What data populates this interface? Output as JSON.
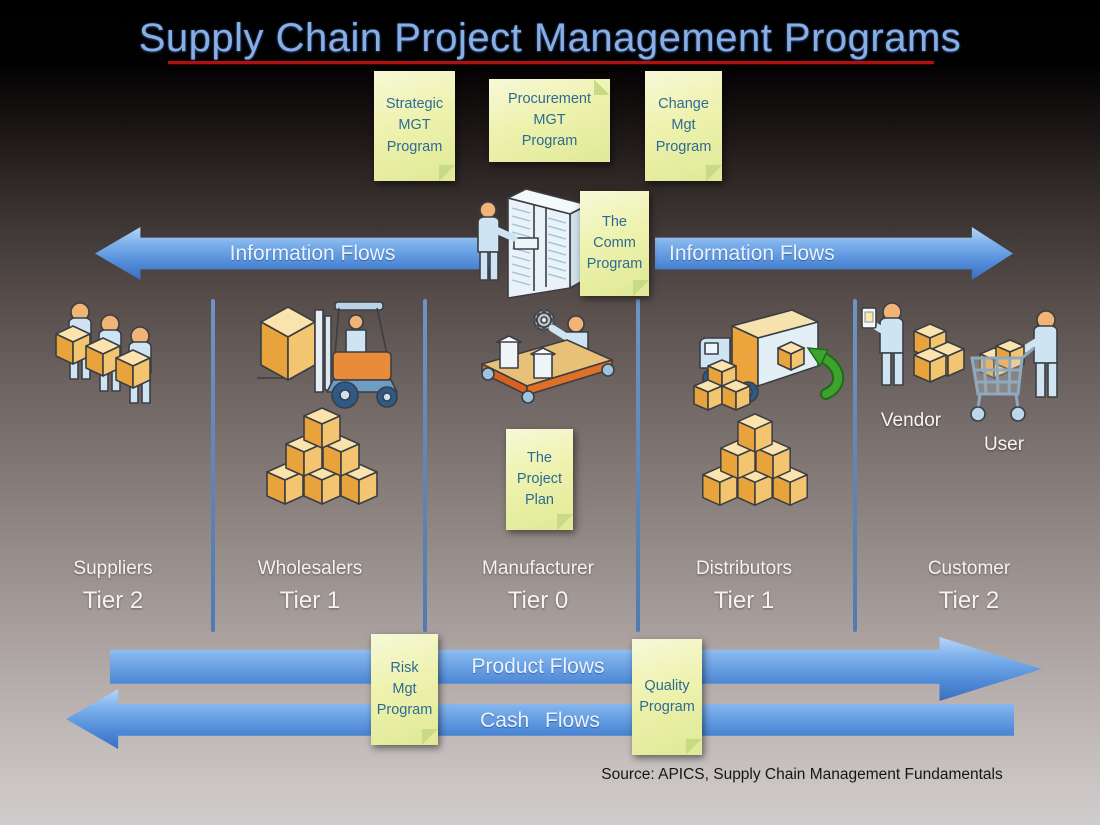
{
  "title": {
    "text": "Supply Chain Project Management Programs"
  },
  "notes": [
    {
      "id": "strategic",
      "text": "Strategic\nMGT\nProgram"
    },
    {
      "id": "procurement",
      "text": "Procurement\nMGT\nProgram"
    },
    {
      "id": "change",
      "text": "Change\nMgt\nProgram"
    },
    {
      "id": "comm",
      "text": "The\nComm\nProgram"
    },
    {
      "id": "project-plan",
      "text": "The\nProject\nPlan"
    },
    {
      "id": "risk",
      "text": "Risk\nMgt\nProgram"
    },
    {
      "id": "quality",
      "text": "Quality\nProgram"
    }
  ],
  "flows": {
    "info_left": "Information Flows",
    "info_right": "Information Flows",
    "product": "Product Flows",
    "cash": "Cash Flows"
  },
  "tiers": [
    {
      "name": "Suppliers",
      "tier": "Tier 2"
    },
    {
      "name": "Wholesalers",
      "tier": "Tier 1"
    },
    {
      "name": "Manufacturer",
      "tier": "Tier 0"
    },
    {
      "name": "Distributors",
      "tier": "Tier 1"
    },
    {
      "name": "Customer",
      "tier": "Tier 2"
    }
  ],
  "customer_labels": {
    "vendor": "Vendor",
    "user": "User"
  },
  "source": "Source: APICS, Supply Chain Management Fundamentals",
  "colors": {
    "title_blue": "#89aee3",
    "underline_red": "#b01010",
    "arrow_blue": "#4d88d6",
    "note_yellow": "#eef2ae",
    "note_text": "#2e6b93",
    "divider_blue": "#5b84b8",
    "label_white": "#f5f2f0",
    "green_arrow": "#3da32f",
    "box_orange": "#eba53c",
    "source_text": "#161616"
  }
}
